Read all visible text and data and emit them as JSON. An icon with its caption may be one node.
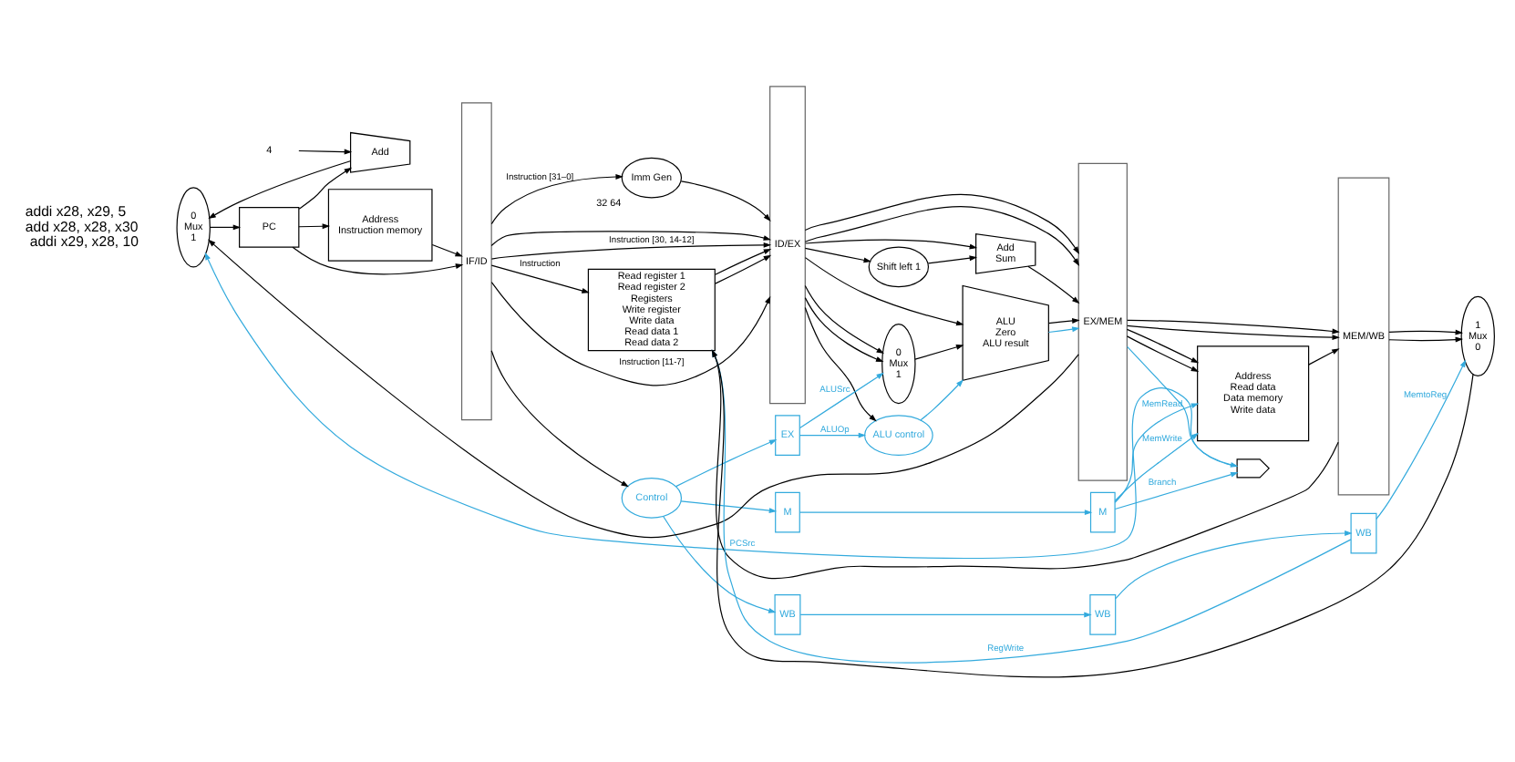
{
  "diagram": {
    "nodes": [
      {
        "text": [
          "0",
          "Mux",
          "1"
        ]
      },
      {
        "text": [
          "PC"
        ]
      },
      {
        "text": [
          "Add"
        ]
      },
      {
        "text": [
          "4"
        ]
      },
      {
        "text": [
          "Address",
          "Instruction memory"
        ]
      },
      {
        "text": [
          "IF/ID"
        ]
      },
      {
        "text": [
          "Read register 1",
          "Read register 2",
          "Registers",
          "Write register",
          "Write data",
          "Read data 1",
          "Read data 2"
        ]
      },
      {
        "text": [
          "Imm Gen"
        ],
        "beside": [
          "32",
          "64"
        ]
      },
      {
        "text": [
          "Control"
        ]
      },
      {
        "text": [
          "ID/EX"
        ]
      },
      {
        "text": [
          "WB"
        ]
      },
      {
        "text": [
          "M"
        ]
      },
      {
        "text": [
          "EX"
        ]
      },
      {
        "text": [
          "Shift left 1"
        ]
      },
      {
        "text": [
          "Add",
          "Sum"
        ]
      },
      {
        "text": [
          "0",
          "Mux",
          "1"
        ]
      },
      {
        "text": [
          "ALU",
          "Zero",
          "ALU result"
        ]
      },
      {
        "text": [
          "ALU control"
        ]
      },
      {
        "text": [
          "EX/MEM"
        ]
      },
      {
        "text": [
          "WB"
        ]
      },
      {
        "text": [
          "M"
        ]
      },
      {
        "text": [],
        "shape": "gate"
      },
      {
        "text": [
          "Address",
          "Read data",
          "Data memory",
          "Write data"
        ]
      },
      {
        "text": [
          "MEM/WB"
        ]
      },
      {
        "text": [
          "WB"
        ]
      },
      {
        "text": [
          "1",
          "Mux",
          "0"
        ]
      }
    ],
    "edges": [
      {
        "from": 0,
        "to": 1,
        "arrow": "to"
      },
      {
        "from": 1,
        "to": 2,
        "arrow": "to"
      },
      {
        "from": 1,
        "to": 4,
        "arrow": "to"
      },
      {
        "from": 1,
        "to": 5,
        "arrow": "to"
      },
      {
        "from": 3,
        "to": 2,
        "arrow": "to"
      },
      {
        "from": 2,
        "to": 0,
        "arrow": "to"
      },
      {
        "from": 18,
        "to": 0,
        "arrow": "to"
      },
      {
        "from": 21,
        "to": 0,
        "arrow": "to",
        "label": "PCSrc",
        "color": "#33aadd"
      },
      {
        "from": 4,
        "to": 5,
        "arrow": "to"
      },
      {
        "from": 5,
        "to": 6,
        "arrow": "to",
        "label": "Instruction"
      },
      {
        "from": 5,
        "to": 8,
        "arrow": "to"
      },
      {
        "from": 5,
        "to": 9,
        "arrow": "to"
      },
      {
        "from": 5,
        "to": 7,
        "arrow": "to",
        "label": "Instruction [31–0]"
      },
      {
        "from": 7,
        "to": 9,
        "arrow": "to"
      },
      {
        "from": 5,
        "to": 9,
        "arrow": "to",
        "label": "Instruction [30, 14-12]"
      },
      {
        "from": 5,
        "to": 9,
        "arrow": "to",
        "label": "Instruction [11-7]"
      },
      {
        "from": 6,
        "to": 9,
        "arrow": "to"
      },
      {
        "from": 6,
        "to": 9,
        "arrow": "to"
      },
      {
        "from": 8,
        "to": 10,
        "arrow": "to",
        "color": "#33aadd"
      },
      {
        "from": 8,
        "to": 11,
        "arrow": "to",
        "color": "#33aadd"
      },
      {
        "from": 8,
        "to": 12,
        "arrow": "to",
        "color": "#33aadd"
      },
      {
        "from": 9,
        "to": 14,
        "arrow": "to"
      },
      {
        "from": 9,
        "to": 13,
        "arrow": "to"
      },
      {
        "from": 13,
        "to": 14,
        "arrow": "to"
      },
      {
        "from": 14,
        "to": 18,
        "arrow": "to"
      },
      {
        "from": 9,
        "to": 16,
        "arrow": "to"
      },
      {
        "from": 9,
        "to": 15,
        "arrow": "to"
      },
      {
        "from": 9,
        "to": 15,
        "arrow": "to"
      },
      {
        "from": 15,
        "to": 16,
        "arrow": "to"
      },
      {
        "from": 9,
        "to": 18,
        "arrow": "to"
      },
      {
        "from": 9,
        "to": 17,
        "arrow": "to"
      },
      {
        "from": 17,
        "to": 16,
        "arrow": "to",
        "color": "#33aadd"
      },
      {
        "from": 12,
        "to": 15,
        "arrow": "to",
        "label": "ALUSrc",
        "color": "#33aadd"
      },
      {
        "from": 12,
        "to": 17,
        "arrow": "to",
        "label": "ALUOp",
        "color": "#33aadd"
      },
      {
        "from": 16,
        "to": 18,
        "arrow": "to",
        "color": "#33aadd"
      },
      {
        "from": 16,
        "to": 18,
        "arrow": "to"
      },
      {
        "from": 10,
        "to": 19,
        "arrow": "to",
        "color": "#33aadd"
      },
      {
        "from": 11,
        "to": 20,
        "arrow": "to",
        "color": "#33aadd"
      },
      {
        "from": 9,
        "to": 18,
        "arrow": "to"
      },
      {
        "from": 20,
        "to": 21,
        "arrow": "to",
        "label": "Branch",
        "color": "#33aadd"
      },
      {
        "from": 18,
        "to": 21,
        "arrow": "to",
        "color": "#33aadd"
      },
      {
        "from": 20,
        "to": 22,
        "arrow": "to",
        "label": "MemWrite",
        "color": "#33aadd"
      },
      {
        "from": 20,
        "to": 22,
        "arrow": "to",
        "label": "MemRead",
        "color": "#33aadd"
      },
      {
        "from": 18,
        "to": 22,
        "arrow": "to"
      },
      {
        "from": 18,
        "to": 22,
        "arrow": "to"
      },
      {
        "from": 18,
        "to": 23,
        "arrow": "to"
      },
      {
        "from": 22,
        "to": 23,
        "arrow": "to"
      },
      {
        "from": 19,
        "to": 24,
        "arrow": "to",
        "color": "#33aadd"
      },
      {
        "from": 24,
        "to": 6,
        "arrow": "to",
        "label": "RegWrite",
        "color": "#33aadd"
      },
      {
        "from": 24,
        "to": 25,
        "arrow": "to",
        "label": "MemtoReg",
        "color": "#33aadd"
      },
      {
        "from": 23,
        "to": 25,
        "arrow": "to"
      },
      {
        "from": 23,
        "to": 25,
        "arrow": "to"
      },
      {
        "from": 18,
        "to": 23,
        "arrow": "to"
      },
      {
        "from": 23,
        "to": 6,
        "arrow": "to"
      },
      {
        "from": 25,
        "to": 6,
        "arrow": "to"
      }
    ],
    "labels": [
      "addi x28, x29, 5",
      "add x28, x28, x30",
      "addi x29, x28, 10"
    ]
  }
}
